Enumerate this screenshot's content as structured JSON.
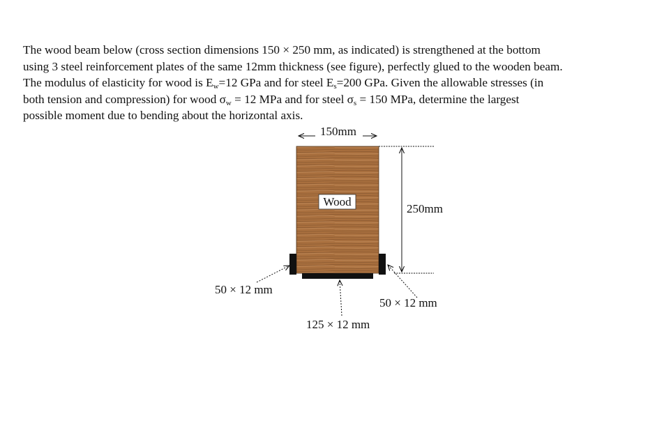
{
  "problem": {
    "line1": "The wood beam below (cross section dimensions 150 × 250 mm, as indicated) is strengthened at the bottom",
    "line2": "using 3 steel reinforcement plates of the same 12mm thickness (see figure), perfectly glued to the wooden beam.",
    "line3_a": "The modulus of elasticity for wood is E",
    "sub_w": "w",
    "line3_b": "=12 GPa and for steel E",
    "sub_s": "s",
    "line3_c": "=200 GPa. Given the allowable stresses (in",
    "line4_a": "both tension and compression) for wood σ",
    "line4_b": " = 12 MPa and for steel σ",
    "line4_c": " = 150 MPa, determine the largest",
    "line5": "possible moment due to bending about the horizontal axis."
  },
  "figure": {
    "width_label": "150mm",
    "material_label": "Wood",
    "height_label": "250mm",
    "left_plate_label": "50 × 12 mm",
    "right_plate_label": "50 × 12 mm",
    "bottom_plate_label": "125 × 12 mm",
    "colors": {
      "wood": "#a86f3e",
      "wood_grain": "#6e4322",
      "steel": "#111111"
    }
  }
}
